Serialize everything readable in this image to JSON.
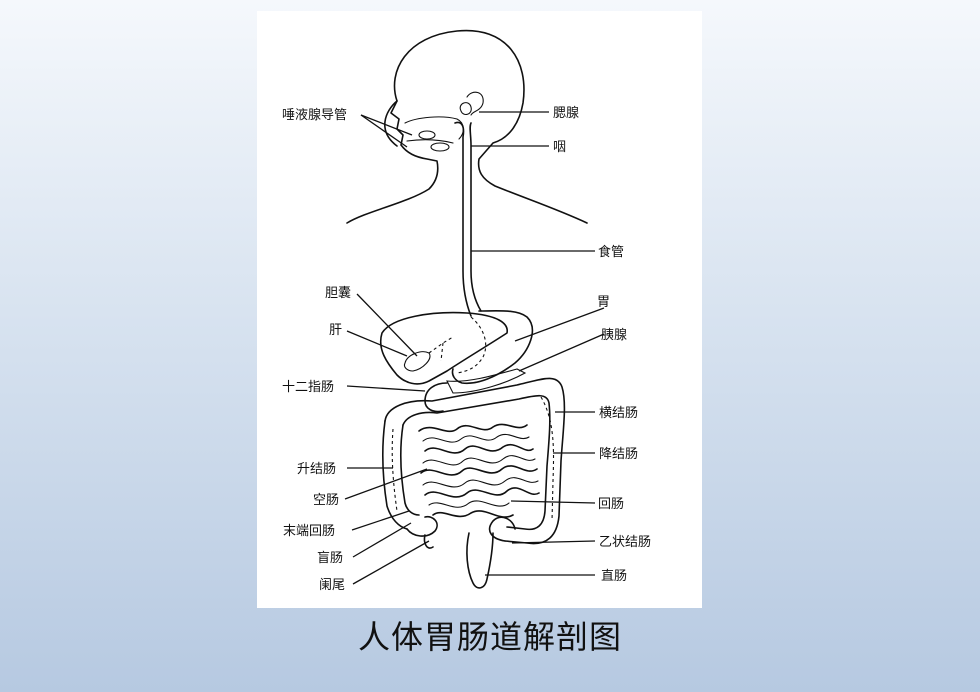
{
  "caption": "人体胃肠道解剖图",
  "labels": {
    "salivary_duct": "唾液腺导管",
    "parotid": "腮腺",
    "pharynx": "咽",
    "esophagus": "食管",
    "gallbladder": "胆囊",
    "stomach": "胃",
    "liver": "肝",
    "pancreas": "胰腺",
    "duodenum": "十二指肠",
    "transverse_colon": "横结肠",
    "ascending_colon": "升结肠",
    "descending_colon": "降结肠",
    "jejunum": "空肠",
    "ileum": "回肠",
    "terminal_ileum": "末端回肠",
    "sigmoid_colon": "乙状结肠",
    "cecum": "盲肠",
    "rectum": "直肠",
    "appendix": "阑尾"
  }
}
